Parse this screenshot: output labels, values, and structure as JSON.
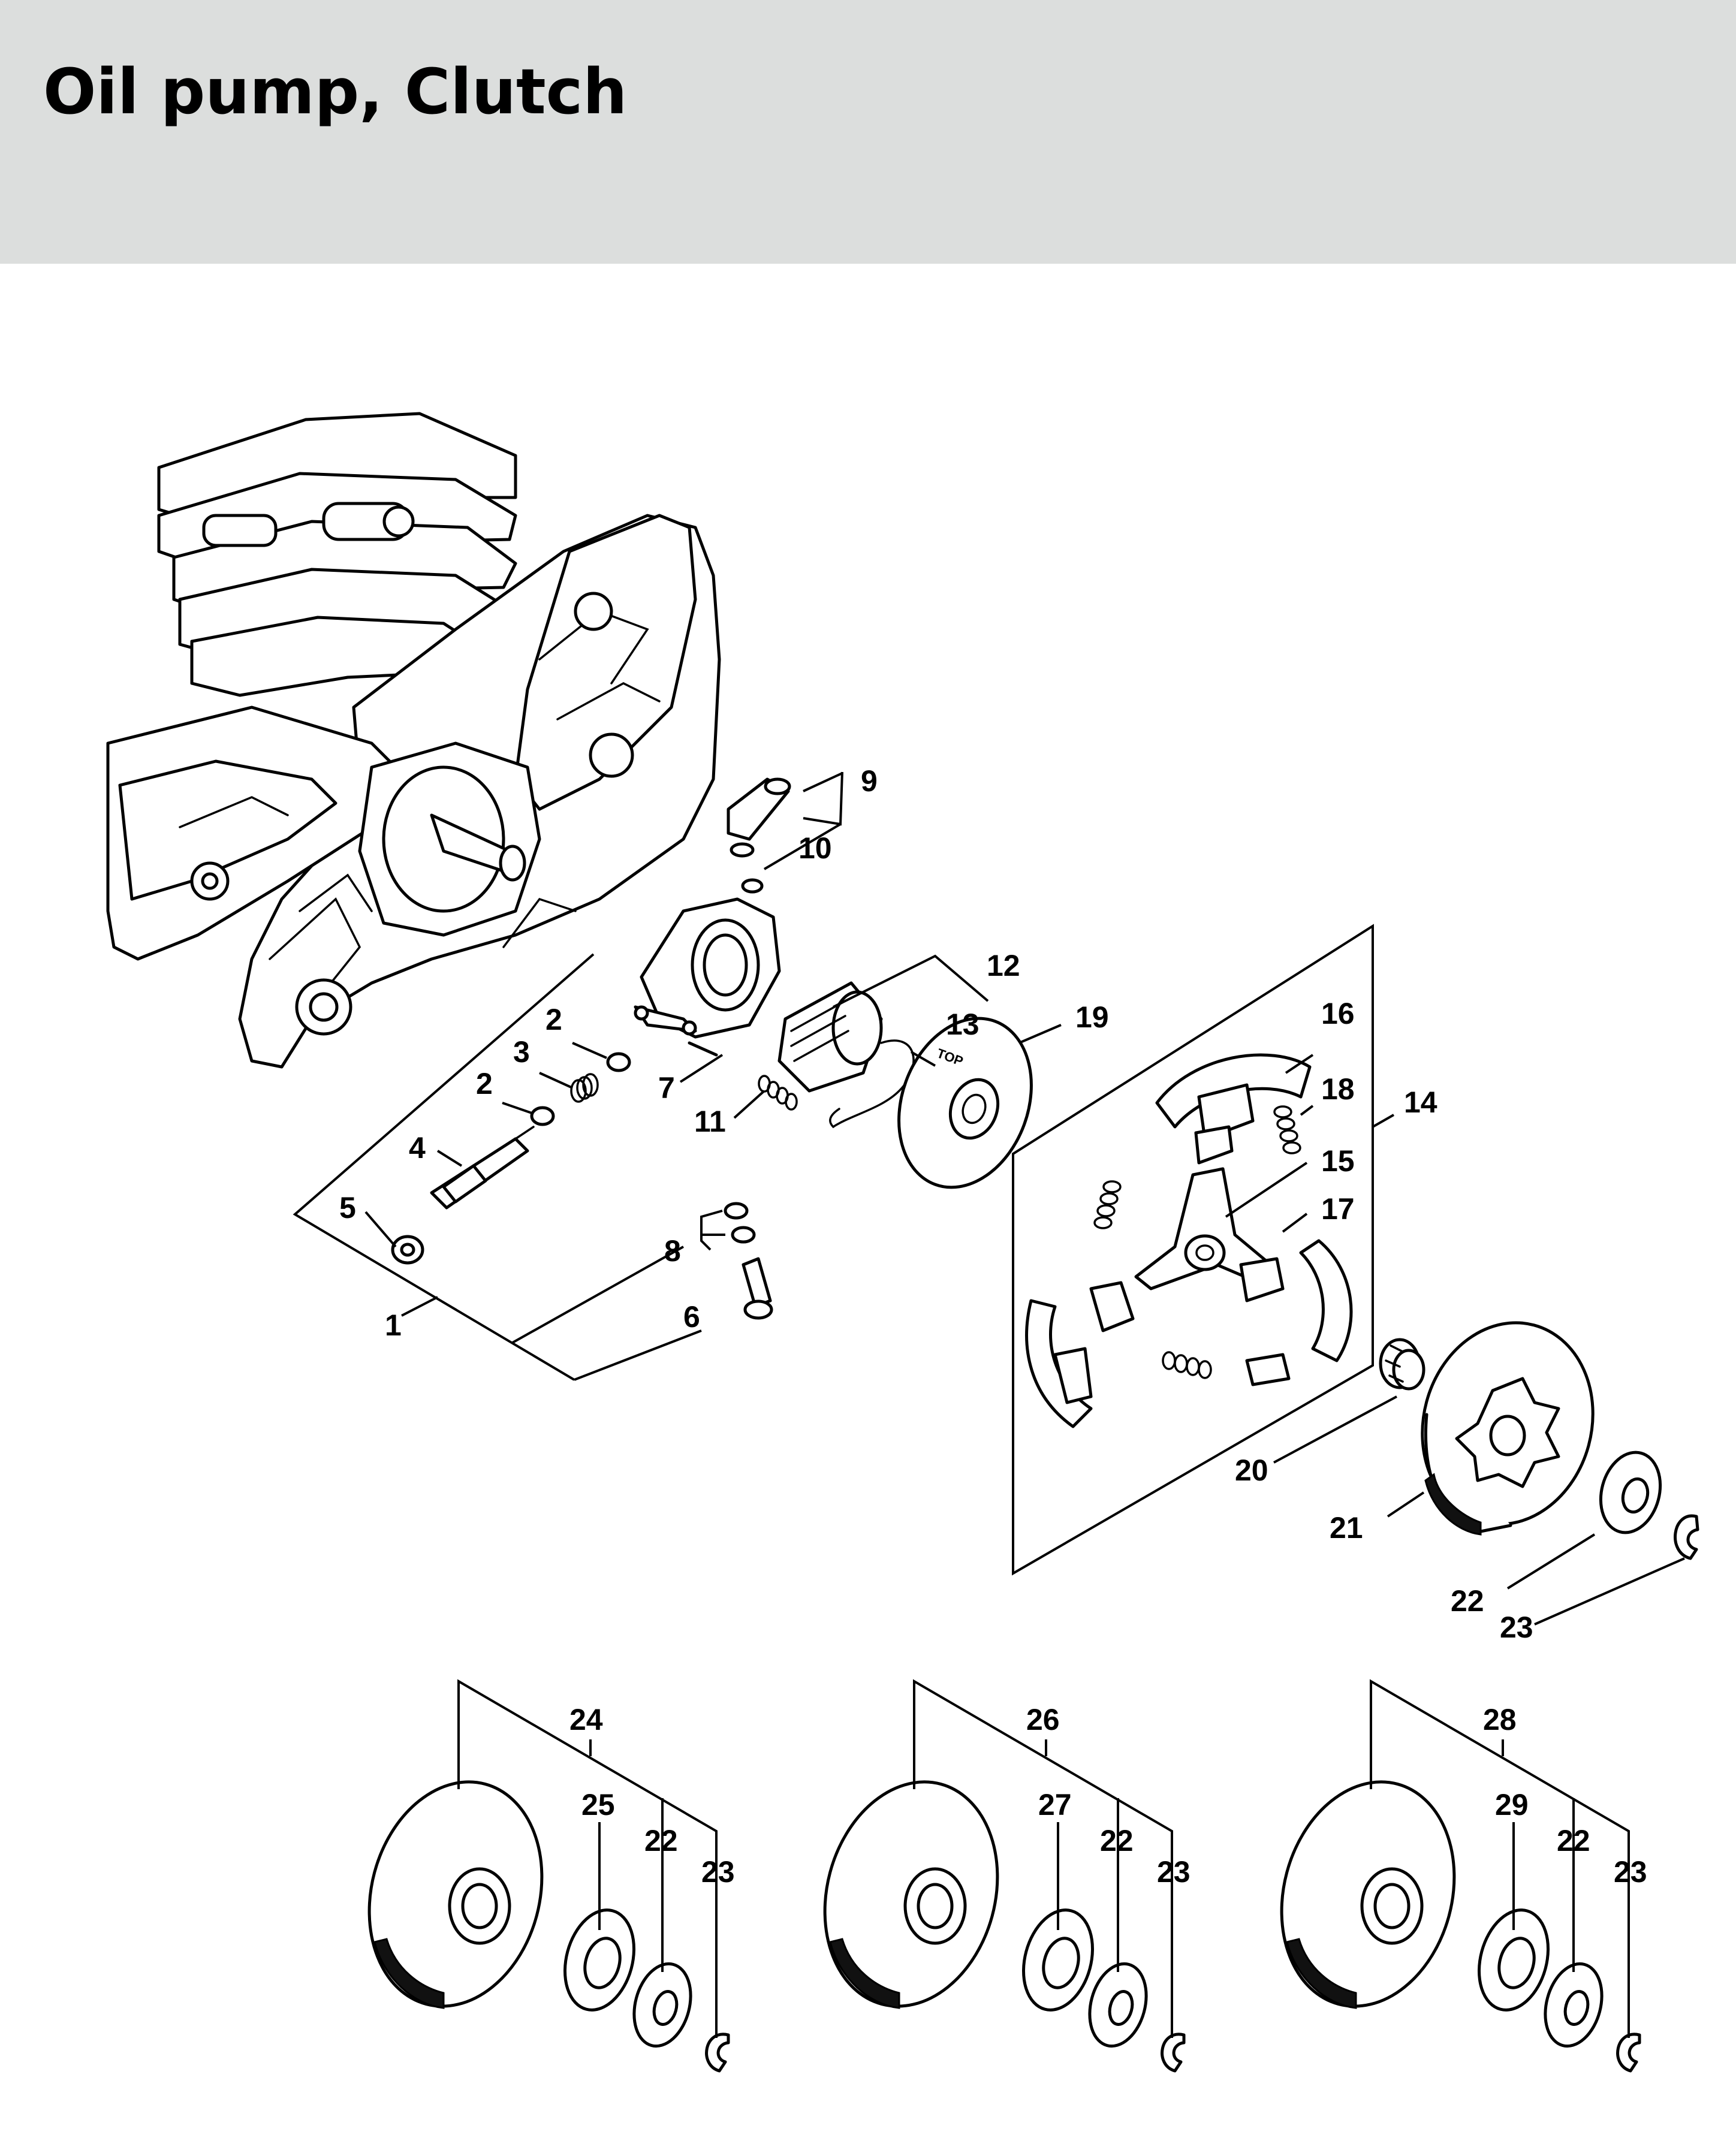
{
  "page": {
    "title": "Oil pump, Clutch"
  },
  "callouts": {
    "c1": "1",
    "c2a": "2",
    "c2b": "2",
    "c3": "3",
    "c4": "4",
    "c5": "5",
    "c6": "6",
    "c7": "7",
    "c8": "8",
    "c9": "9",
    "c10": "10",
    "c11": "11",
    "c12": "12",
    "c13": "13",
    "c14": "14",
    "c15": "15",
    "c16": "16",
    "c17": "17",
    "c18": "18",
    "c19": "19",
    "c20": "20",
    "c21": "21",
    "c22": "22",
    "c23": "23",
    "c24": "24",
    "c25": "25",
    "c22b": "22",
    "c23b": "23",
    "c26": "26",
    "c27": "27",
    "c22c": "22",
    "c23c": "23",
    "c28": "28",
    "c29": "29",
    "c22d": "22",
    "c23d": "23"
  },
  "part_marking": {
    "oil_plate": "TOP"
  }
}
